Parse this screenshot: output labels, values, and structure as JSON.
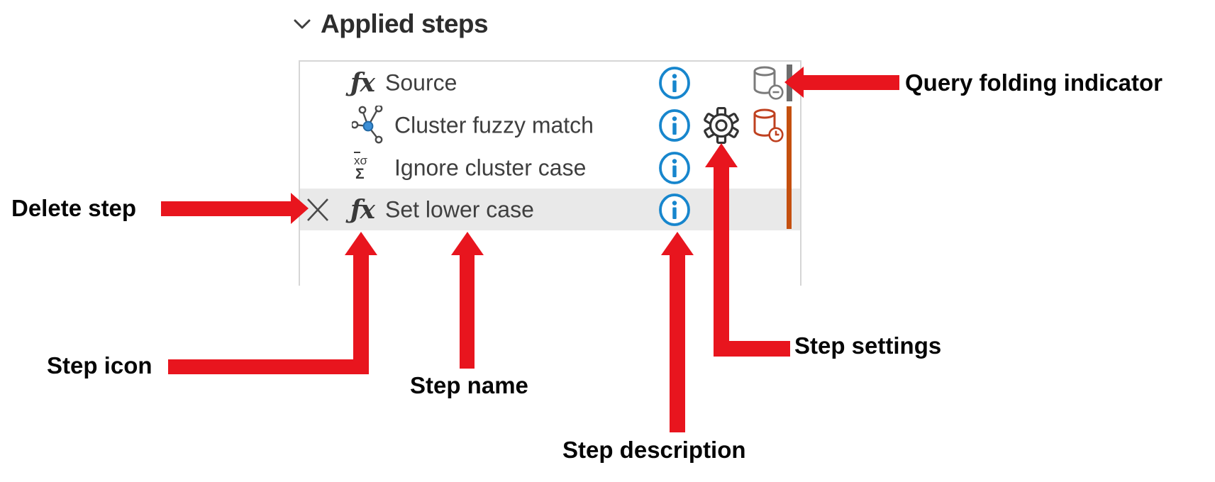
{
  "header": {
    "title": "Applied steps",
    "chevron_icon": "chevron-down"
  },
  "panel": {
    "steps": [
      {
        "name": "Source",
        "step_icon": "fx-icon",
        "info_icon": "info-icon",
        "folding_icon": "database-minus-icon"
      },
      {
        "name": "Cluster fuzzy match",
        "step_icon": "cluster-icon",
        "info_icon": "info-icon",
        "settings_icon": "gear-icon",
        "folding_icon": "database-clock-icon"
      },
      {
        "name": "Ignore cluster case",
        "step_icon": "sigma-icon",
        "info_icon": "info-icon"
      },
      {
        "name": "Set lower case",
        "step_icon": "fx-icon",
        "delete_icon": "delete-x-icon",
        "info_icon": "info-icon",
        "selected": true
      }
    ]
  },
  "icons": {
    "fx_glyph": "ƒx",
    "sigma_x": "x",
    "sigma_sigma": "σ",
    "sigma_sum": "Σ"
  },
  "annotations": {
    "query_folding_label": "Query folding indicator",
    "delete_step_label": "Delete step",
    "step_icon_label": "Step icon",
    "step_name_label": "Step name",
    "step_description_label": "Step description",
    "step_settings_label": "Step settings"
  },
  "colors": {
    "annotation_red": "#e8151e",
    "selected_row_bg": "#e9e9e9",
    "info_blue": "#1786cd",
    "folding_gray": "#6d6d6d",
    "folding_orange": "#c5500f",
    "database_red": "#bf4120",
    "database_gray": "#7b7b7b",
    "panel_border": "#d6d6d6"
  }
}
